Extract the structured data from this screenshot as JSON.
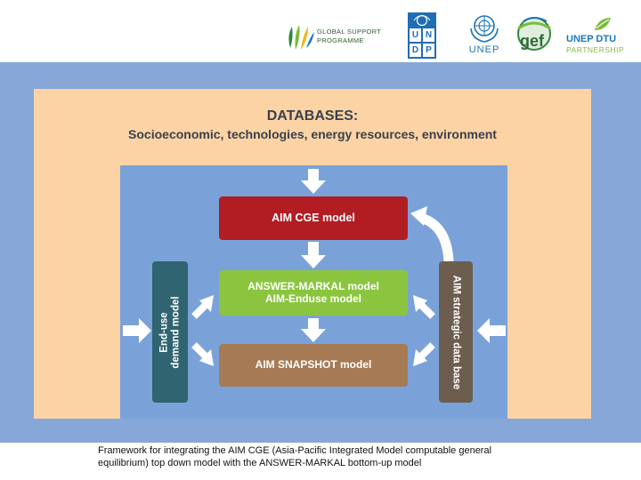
{
  "header": {
    "gsp": {
      "line1": "GLOBAL SUPPORT",
      "line2": "PROGRAMME"
    },
    "undp": {
      "letters": [
        "U",
        "N",
        "D",
        "P"
      ]
    },
    "unep": {
      "label": "UNEP"
    },
    "gef": {
      "label": "gef"
    },
    "unep_dtu": {
      "line1": "UNEP DTU",
      "line2": "PARTNERSHIP"
    }
  },
  "diagram": {
    "databases_title": "DATABASES:",
    "databases_subtitle": "Socioeconomic, technologies, energy resources, environment",
    "cge_label": "AIM CGE model",
    "markal_line1": "ANSWER-MARKAL model",
    "markal_line2": "AIM-Enduse model",
    "snapshot_label": "AIM SNAPSHOT model",
    "enduse_line1": "End-use",
    "enduse_line2": "demand model",
    "strategic_label": "AIM strategic data base"
  },
  "caption": {
    "line1": "Framework for integrating the AIM CGE (Asia-Pacific Integrated Model computable general",
    "line2": "equilibrium) top down model with the ANSWER-MARKAL bottom-up model"
  },
  "colors": {
    "outer_bg": "#86a7d8",
    "peach": "#fbd3a5",
    "inner_blue": "#7aa2d9",
    "cge_red": "#b21d24",
    "markal_green": "#8bc540",
    "snapshot_brown": "#a57a55",
    "enduse_teal": "#2f6470",
    "strategic_brown": "#6d5d4e",
    "arrow_white": "#ffffff",
    "undp_blue": "#1f6db5",
    "gef_green": "#2f8a3c",
    "dtu_green": "#7cba3a",
    "dtu_blue": "#1b75bb"
  }
}
